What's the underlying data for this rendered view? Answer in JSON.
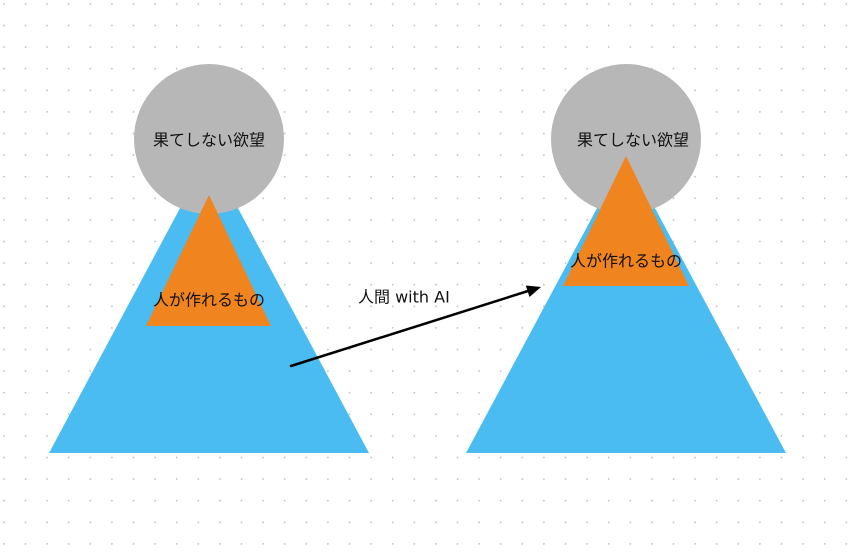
{
  "diagram": {
    "left": {
      "top_label": "果てしない欲望",
      "inner_label": "人が作れるもの"
    },
    "right": {
      "top_label": "果てしない欲望",
      "inner_label": "人が作れるもの"
    },
    "arrow": {
      "label": "人間 with AI"
    }
  },
  "colors": {
    "canvas": "#ffffff",
    "grid_dot": "#bdbdbd",
    "base_triangle": "#4bbcf2",
    "circle": "#b7b7b7",
    "inner_triangle": "#f0841e",
    "arrow": "#000000",
    "text": "#111111"
  }
}
